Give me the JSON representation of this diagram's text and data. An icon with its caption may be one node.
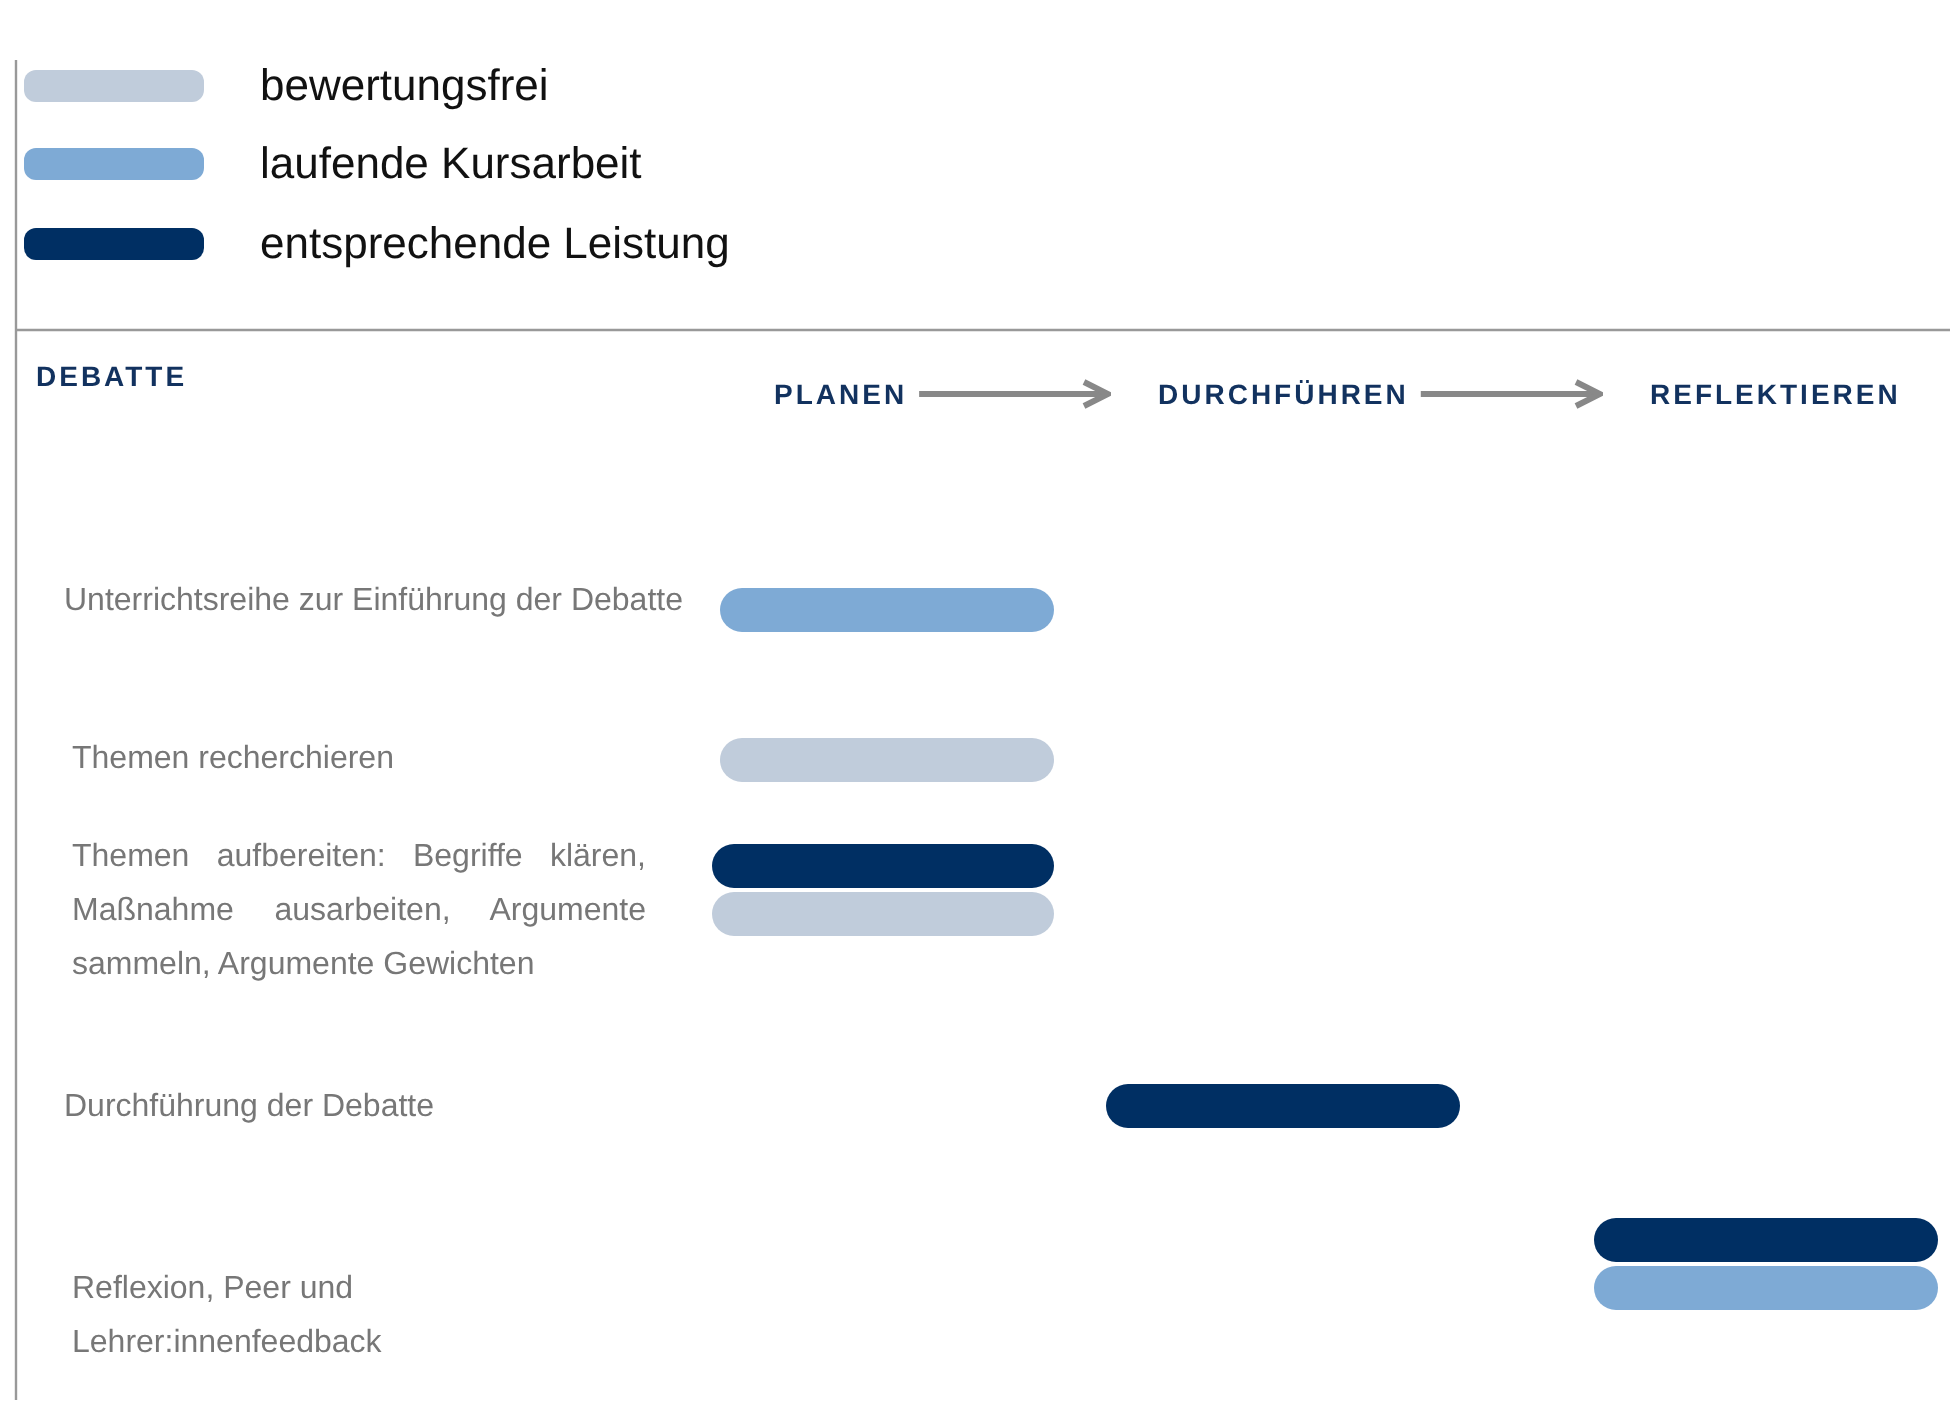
{
  "diagram": {
    "nodes": [
      {
        "text": [
          "PLANEN"
        ]
      },
      {
        "text": [
          "DURCHFÜHREN"
        ]
      },
      {
        "text": [
          "REFLEKTIEREN"
        ]
      },
      {
        "text": [],
        "shape": "bar"
      },
      {
        "text": [],
        "shape": "bar"
      },
      {
        "text": [],
        "shape": "bar"
      },
      {
        "text": [],
        "shape": "bar"
      },
      {
        "text": [],
        "shape": "bar"
      },
      {
        "text": [],
        "shape": "bar"
      },
      {
        "text": [],
        "shape": "bar"
      }
    ],
    "edges": [
      {
        "from": 0,
        "to": 1,
        "arrow": "to"
      },
      {
        "from": 1,
        "to": 2,
        "arrow": "to"
      }
    ],
    "labels": [
      "DEBATTE",
      "Unterrichtsreihe zur Einführung der Debatte",
      "Themen recherchieren",
      "Themen aufbereiten: Begriffe klären, Maßnahme ausarbeiten, Argumente sammeln, Argumente Gewichten",
      "Durchführung der Debatte",
      "Reflexion, Peer und Lehrer:innenfeedback"
    ],
    "legend": [
      {
        "text": "bewertungsfrei",
        "color": "#c0ccdb"
      },
      {
        "text": "laufende Kursarbeit",
        "color": "#7eaad5"
      },
      {
        "text": "entsprechende Leistung",
        "color": "#002f63"
      }
    ]
  }
}
